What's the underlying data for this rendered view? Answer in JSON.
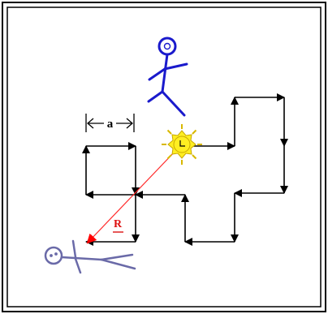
{
  "diagram": {
    "labels": {
      "spacing": "a",
      "displacement": "R"
    },
    "icons": {
      "start_figure": "standing-stick-figure",
      "end_figure": "fallen-stick-figure",
      "sun": "sun-icon"
    },
    "colors": {
      "frame": "#000000",
      "path_arrow": "#000000",
      "standing_figure": "#1a1acc",
      "fallen_figure": "#6a6aa8",
      "sun_fill": "#ffee22",
      "sun_rays": "#e8c800",
      "displacement": "#ff2a2a",
      "displacement_label": "#dd1111"
    }
  }
}
